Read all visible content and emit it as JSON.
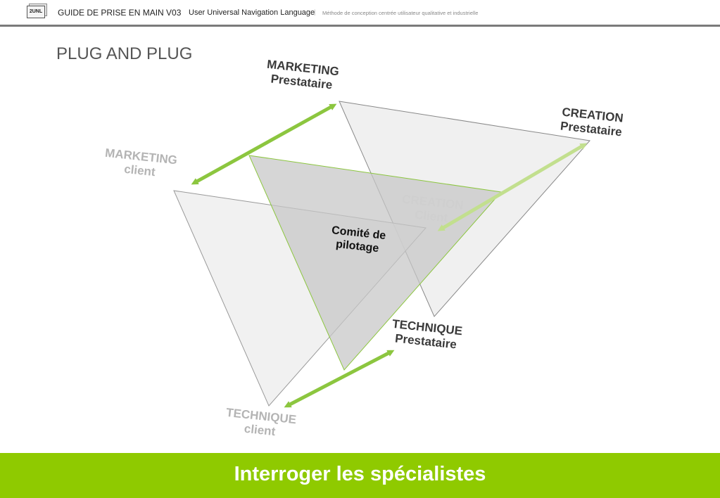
{
  "header": {
    "logo_text": "2UNL",
    "guide_title": "GUIDE DE PRISE EN MAIN V03",
    "unl_title": "User Universal Navigation Language",
    "separator": "|",
    "subtitle": "Méthode de conception centrée utilisateur qualitative et industrielle"
  },
  "page_title": "PLUG AND PLUG",
  "diagram": {
    "labels": {
      "marketing_prestataire": [
        "MARKETING",
        "Prestataire"
      ],
      "creation_prestataire": [
        "CREATION",
        "Prestataire"
      ],
      "technique_prestataire": [
        "TECHNIQUE",
        "Prestataire"
      ],
      "marketing_client": [
        "MARKETING",
        "client"
      ],
      "creation_client": [
        "CREATION",
        "Client"
      ],
      "technique_client": [
        "TECHNIQUE",
        "client"
      ],
      "comite": [
        "Comité de",
        "pilotage"
      ]
    },
    "colors": {
      "arrow": "#8cc63f",
      "arrow_light": "#c2df8e",
      "center_triangle": "#c6c6c6",
      "outer_triangle": "#ececec"
    }
  },
  "footer": {
    "text": "Interroger les spécialistes"
  }
}
